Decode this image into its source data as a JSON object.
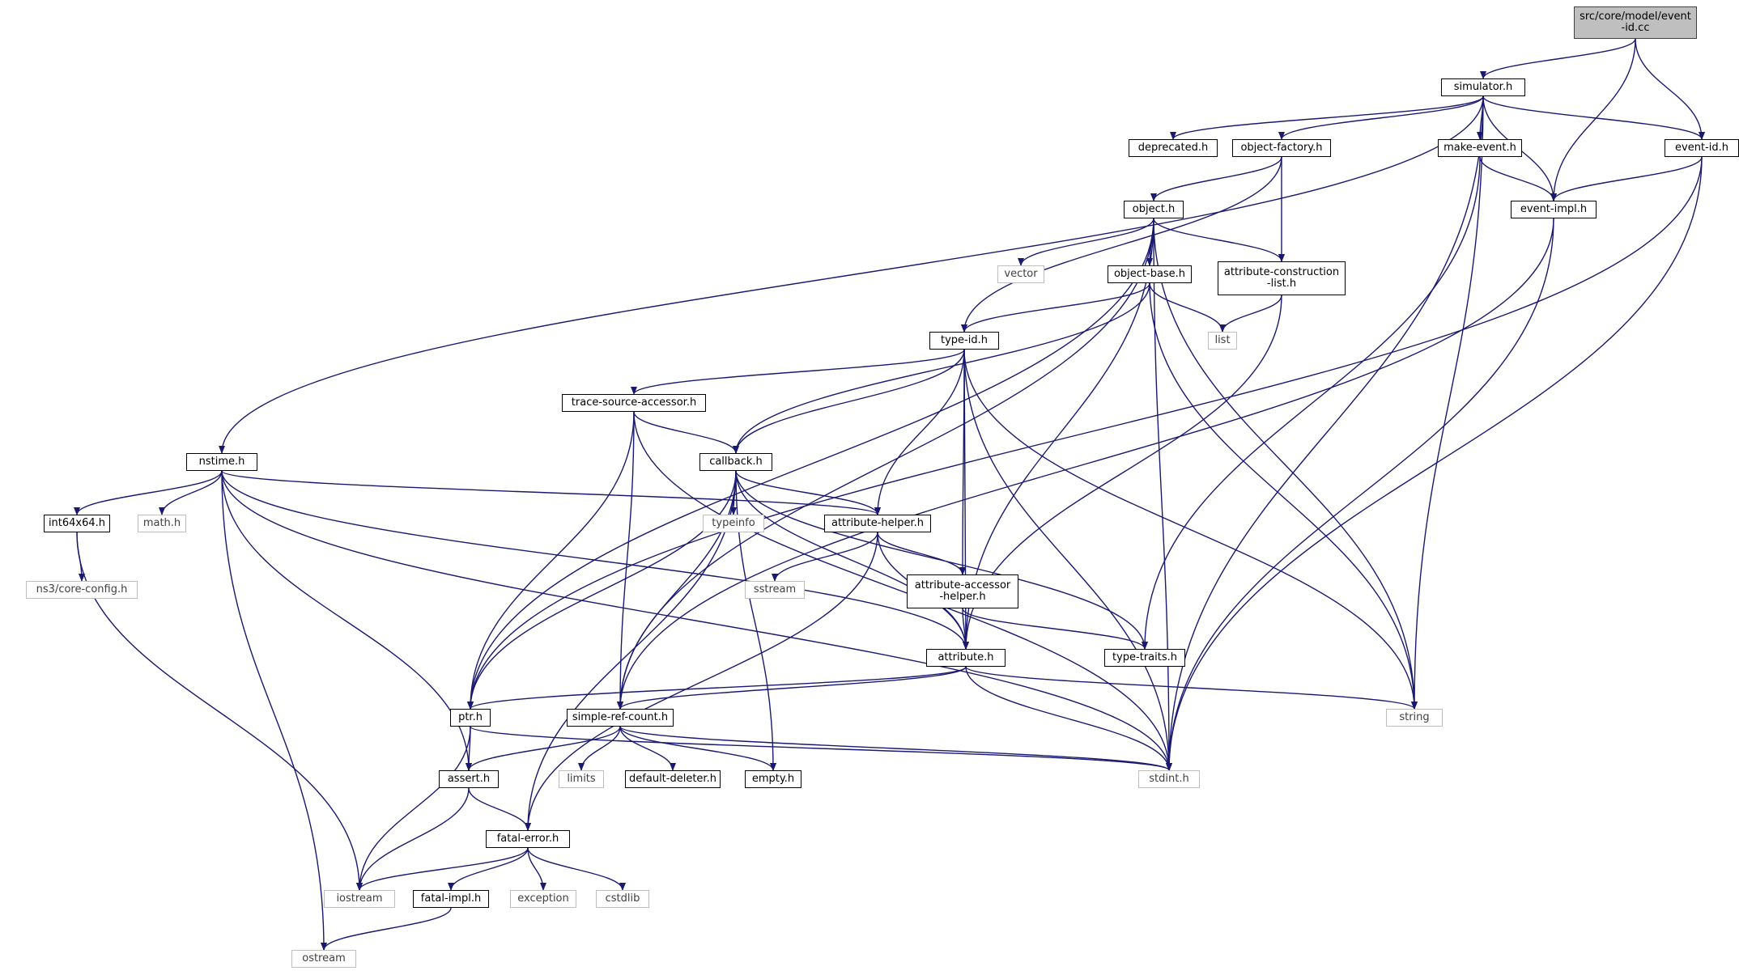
{
  "graph": {
    "edge_color": "#191970",
    "root_fill": "#bfbfbf",
    "external_border": "#bfbfbf",
    "nodes": [
      {
        "id": "root",
        "label": "src/core/model/event\n-id.cc",
        "kind": "root"
      },
      {
        "id": "simulator",
        "label": "simulator.h",
        "kind": "local"
      },
      {
        "id": "deprecated",
        "label": "deprecated.h",
        "kind": "local"
      },
      {
        "id": "object_factory",
        "label": "object-factory.h",
        "kind": "local"
      },
      {
        "id": "make_event",
        "label": "make-event.h",
        "kind": "local"
      },
      {
        "id": "event_id",
        "label": "event-id.h",
        "kind": "local"
      },
      {
        "id": "object",
        "label": "object.h",
        "kind": "local"
      },
      {
        "id": "event_impl",
        "label": "event-impl.h",
        "kind": "local"
      },
      {
        "id": "vector",
        "label": "vector",
        "kind": "external"
      },
      {
        "id": "object_base",
        "label": "object-base.h",
        "kind": "local"
      },
      {
        "id": "attr_constr",
        "label": "attribute-construction\n-list.h",
        "kind": "local"
      },
      {
        "id": "list",
        "label": "list",
        "kind": "external"
      },
      {
        "id": "type_id",
        "label": "type-id.h",
        "kind": "local"
      },
      {
        "id": "trace_src",
        "label": "trace-source-accessor.h",
        "kind": "local"
      },
      {
        "id": "nstime",
        "label": "nstime.h",
        "kind": "local"
      },
      {
        "id": "callback",
        "label": "callback.h",
        "kind": "local"
      },
      {
        "id": "int64x64",
        "label": "int64x64.h",
        "kind": "local"
      },
      {
        "id": "math",
        "label": "math.h",
        "kind": "external"
      },
      {
        "id": "typeinfo",
        "label": "typeinfo",
        "kind": "external"
      },
      {
        "id": "attr_helper",
        "label": "attribute-helper.h",
        "kind": "local"
      },
      {
        "id": "core_config",
        "label": "ns3/core-config.h",
        "kind": "external"
      },
      {
        "id": "sstream",
        "label": "sstream",
        "kind": "external"
      },
      {
        "id": "attr_acc",
        "label": "attribute-accessor\n-helper.h",
        "kind": "local"
      },
      {
        "id": "attribute",
        "label": "attribute.h",
        "kind": "local"
      },
      {
        "id": "type_traits",
        "label": "type-traits.h",
        "kind": "local"
      },
      {
        "id": "ptr",
        "label": "ptr.h",
        "kind": "local"
      },
      {
        "id": "simple_ref",
        "label": "simple-ref-count.h",
        "kind": "local"
      },
      {
        "id": "string",
        "label": "string",
        "kind": "external"
      },
      {
        "id": "assert",
        "label": "assert.h",
        "kind": "local"
      },
      {
        "id": "limits",
        "label": "limits",
        "kind": "external"
      },
      {
        "id": "default_deleter",
        "label": "default-deleter.h",
        "kind": "local"
      },
      {
        "id": "empty",
        "label": "empty.h",
        "kind": "local"
      },
      {
        "id": "stdint",
        "label": "stdint.h",
        "kind": "external"
      },
      {
        "id": "fatal_error",
        "label": "fatal-error.h",
        "kind": "local"
      },
      {
        "id": "iostream",
        "label": "iostream",
        "kind": "external"
      },
      {
        "id": "fatal_impl",
        "label": "fatal-impl.h",
        "kind": "local"
      },
      {
        "id": "exception",
        "label": "exception",
        "kind": "external"
      },
      {
        "id": "cstdlib",
        "label": "cstdlib",
        "kind": "external"
      },
      {
        "id": "ostream",
        "label": "ostream",
        "kind": "external"
      }
    ],
    "edges": [
      [
        "root",
        "simulator"
      ],
      [
        "root",
        "event_impl"
      ],
      [
        "root",
        "event_id"
      ],
      [
        "simulator",
        "nstime"
      ],
      [
        "simulator",
        "deprecated"
      ],
      [
        "simulator",
        "object_factory"
      ],
      [
        "simulator",
        "make_event"
      ],
      [
        "simulator",
        "event_id"
      ],
      [
        "simulator",
        "event_impl"
      ],
      [
        "simulator",
        "string"
      ],
      [
        "simulator",
        "stdint"
      ],
      [
        "object_factory",
        "object"
      ],
      [
        "object_factory",
        "type_id"
      ],
      [
        "object_factory",
        "attr_constr"
      ],
      [
        "make_event",
        "event_impl"
      ],
      [
        "make_event",
        "type_traits"
      ],
      [
        "event_id",
        "event_impl"
      ],
      [
        "event_id",
        "ptr"
      ],
      [
        "event_id",
        "stdint"
      ],
      [
        "event_impl",
        "simple_ref"
      ],
      [
        "event_impl",
        "stdint"
      ],
      [
        "object",
        "vector"
      ],
      [
        "object",
        "object_base"
      ],
      [
        "object",
        "attr_constr"
      ],
      [
        "object",
        "ptr"
      ],
      [
        "object",
        "simple_ref"
      ],
      [
        "object",
        "attribute"
      ],
      [
        "object",
        "string"
      ],
      [
        "object",
        "stdint"
      ],
      [
        "object_base",
        "type_id"
      ],
      [
        "object_base",
        "callback"
      ],
      [
        "object_base",
        "list"
      ],
      [
        "object_base",
        "string"
      ],
      [
        "attr_constr",
        "list"
      ],
      [
        "attr_constr",
        "attribute"
      ],
      [
        "type_id",
        "trace_src"
      ],
      [
        "type_id",
        "callback"
      ],
      [
        "type_id",
        "attr_helper"
      ],
      [
        "type_id",
        "attr_acc"
      ],
      [
        "type_id",
        "attribute"
      ],
      [
        "type_id",
        "string"
      ],
      [
        "type_id",
        "stdint"
      ],
      [
        "trace_src",
        "callback"
      ],
      [
        "trace_src",
        "ptr"
      ],
      [
        "trace_src",
        "simple_ref"
      ],
      [
        "trace_src",
        "stdint"
      ],
      [
        "nstime",
        "int64x64"
      ],
      [
        "nstime",
        "math"
      ],
      [
        "nstime",
        "attr_helper"
      ],
      [
        "nstime",
        "attribute"
      ],
      [
        "nstime",
        "assert"
      ],
      [
        "nstime",
        "ostream"
      ],
      [
        "nstime",
        "stdint"
      ],
      [
        "callback",
        "typeinfo"
      ],
      [
        "callback",
        "attr_helper"
      ],
      [
        "callback",
        "type_traits"
      ],
      [
        "callback",
        "attribute"
      ],
      [
        "callback",
        "ptr"
      ],
      [
        "callback",
        "simple_ref"
      ],
      [
        "callback",
        "empty"
      ],
      [
        "callback",
        "fatal_error"
      ],
      [
        "int64x64",
        "core_config"
      ],
      [
        "int64x64",
        "iostream"
      ],
      [
        "attr_helper",
        "sstream"
      ],
      [
        "attr_helper",
        "attr_acc"
      ],
      [
        "attr_helper",
        "attribute"
      ],
      [
        "attr_helper",
        "fatal_error"
      ],
      [
        "attr_acc",
        "attribute"
      ],
      [
        "attr_acc",
        "type_traits"
      ],
      [
        "attribute",
        "ptr"
      ],
      [
        "attribute",
        "simple_ref"
      ],
      [
        "attribute",
        "string"
      ],
      [
        "attribute",
        "stdint"
      ],
      [
        "ptr",
        "assert"
      ],
      [
        "ptr",
        "iostream"
      ],
      [
        "ptr",
        "stdint"
      ],
      [
        "simple_ref",
        "assert"
      ],
      [
        "simple_ref",
        "limits"
      ],
      [
        "simple_ref",
        "default_deleter"
      ],
      [
        "simple_ref",
        "empty"
      ],
      [
        "simple_ref",
        "stdint"
      ],
      [
        "assert",
        "fatal_error"
      ],
      [
        "assert",
        "iostream"
      ],
      [
        "fatal_error",
        "iostream"
      ],
      [
        "fatal_error",
        "fatal_impl"
      ],
      [
        "fatal_error",
        "exception"
      ],
      [
        "fatal_error",
        "cstdlib"
      ],
      [
        "fatal_impl",
        "ostream"
      ]
    ]
  }
}
